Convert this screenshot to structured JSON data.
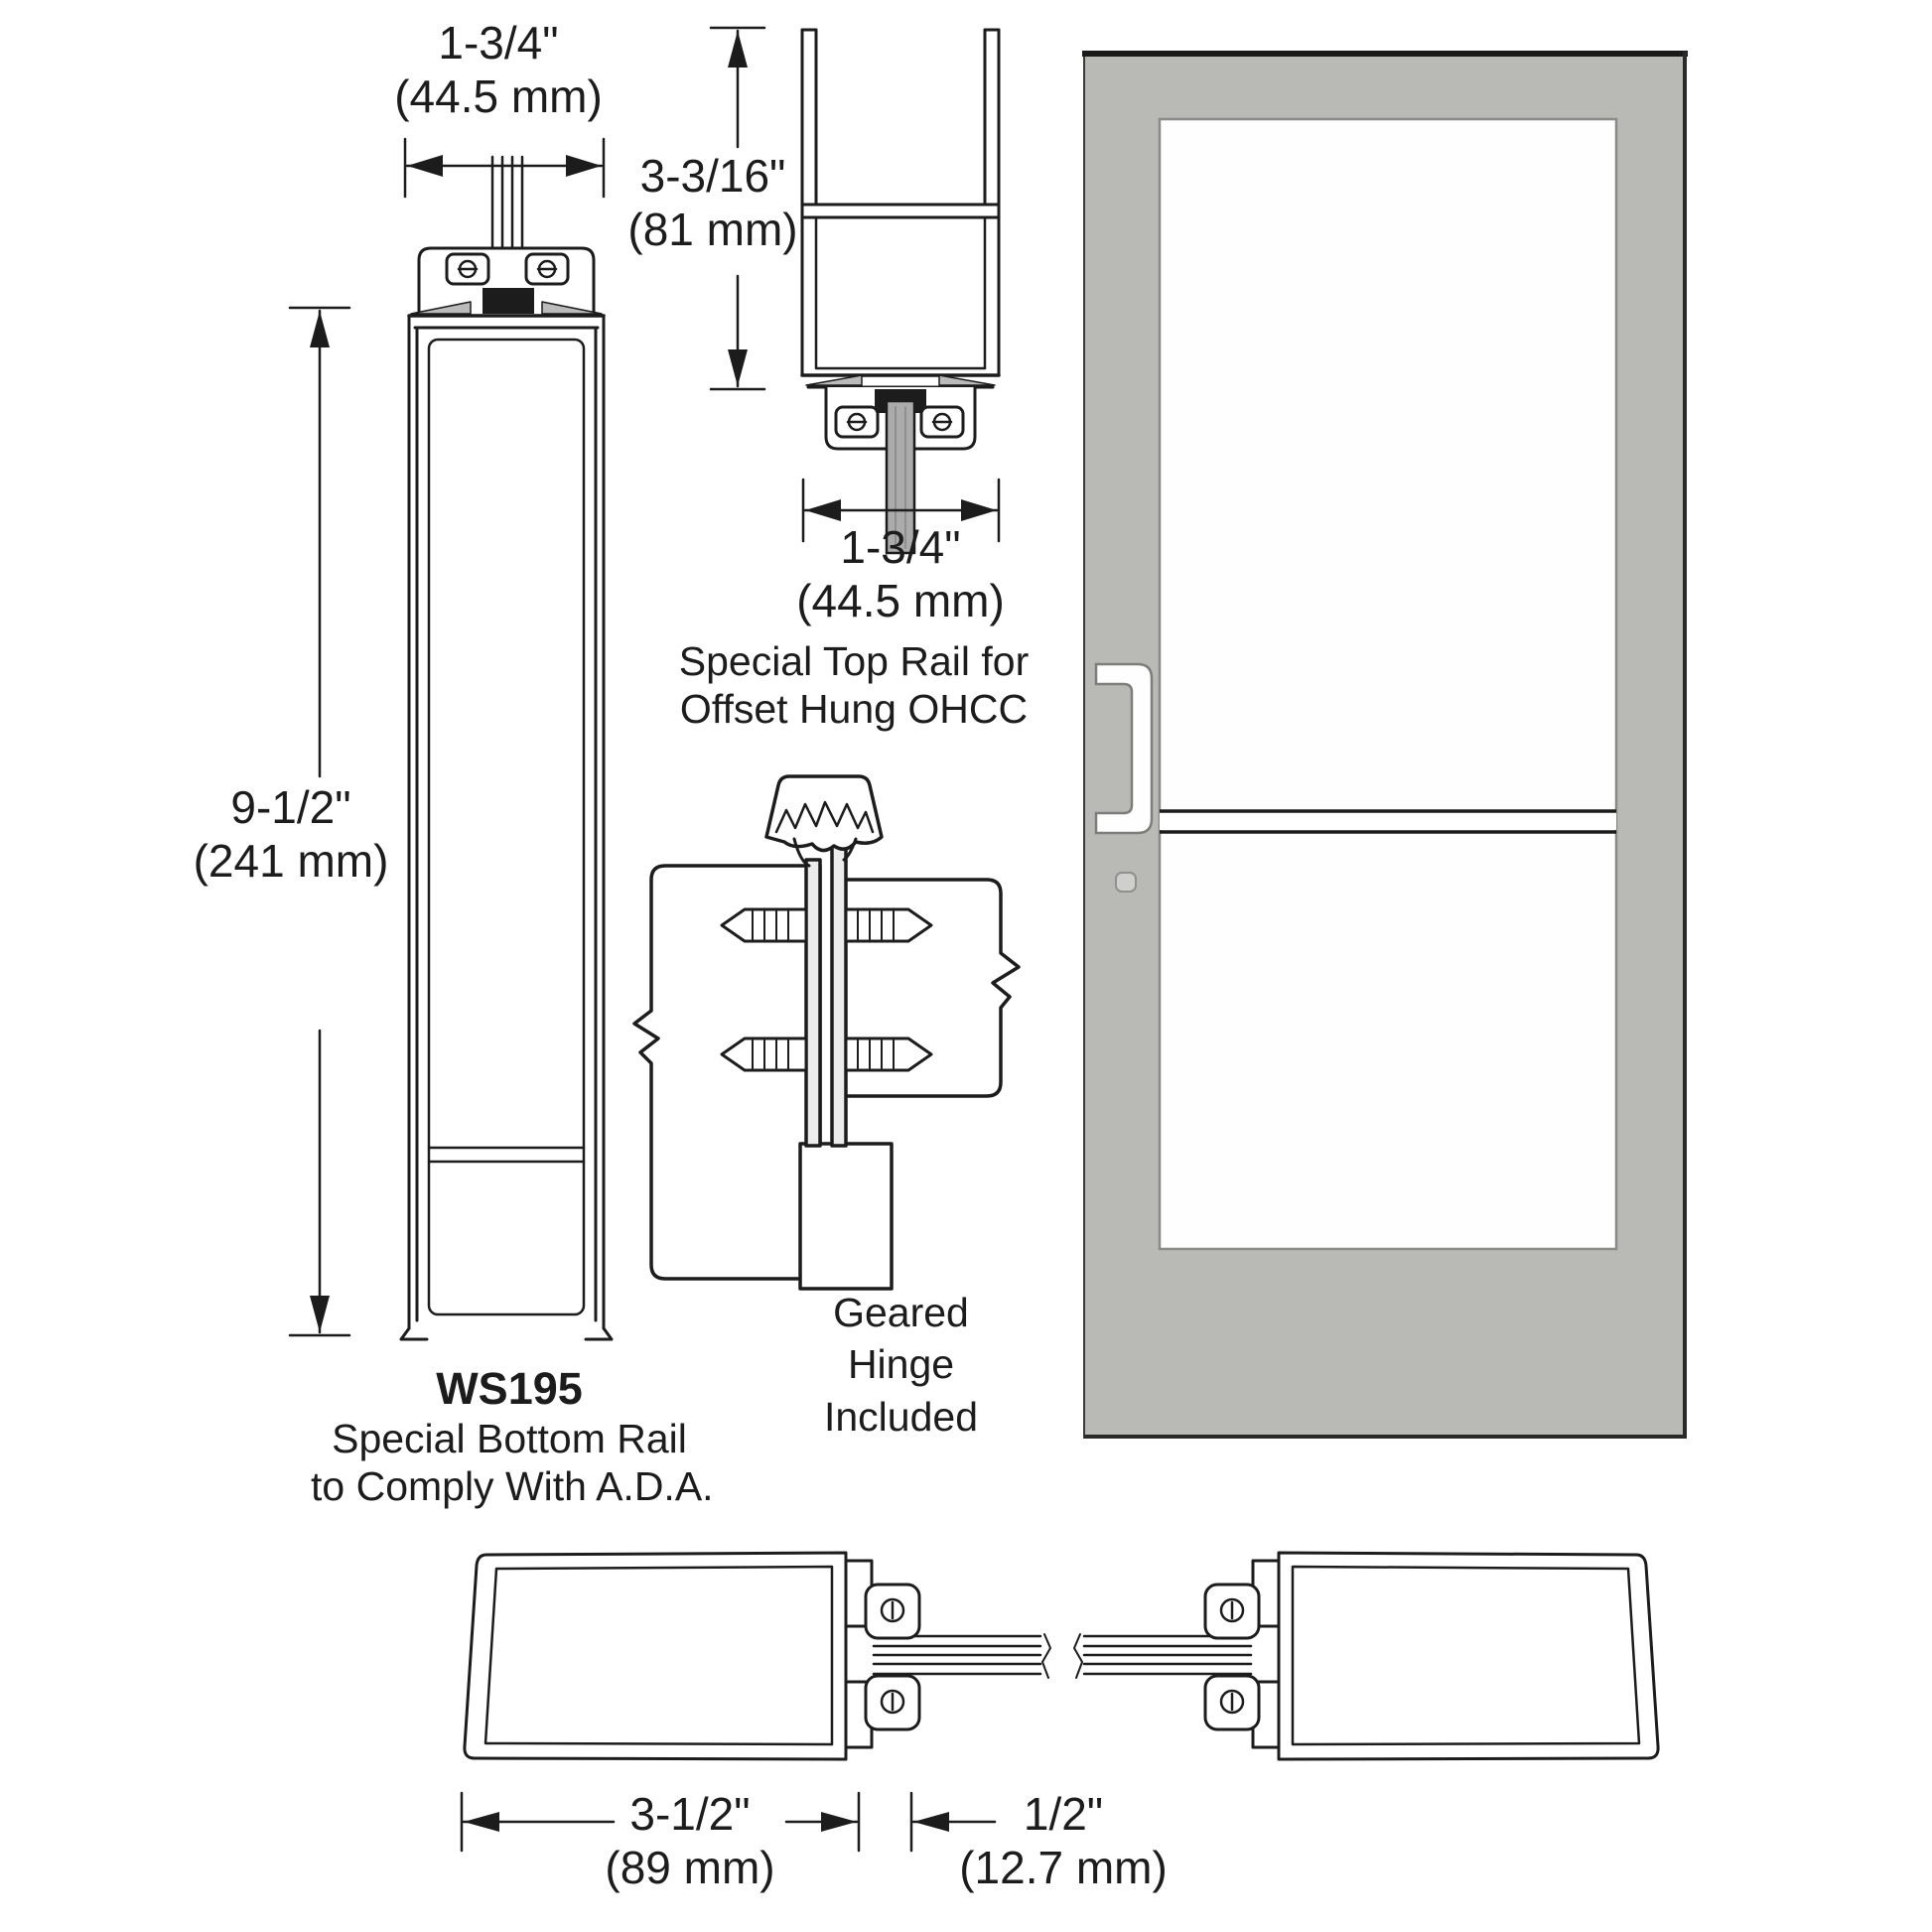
{
  "diagram_title": "Door rail and hinge detail drawing",
  "bottom_rail": {
    "width_dim_line1": "1-3/4\"",
    "width_dim_line2": "(44.5 mm)",
    "height_dim_line1": "9-1/2\"",
    "height_dim_line2": "(241 mm)",
    "code": "WS195",
    "label_line1": "Special Bottom Rail",
    "label_line2": "to Comply With A.D.A."
  },
  "top_rail": {
    "height_dim_line1": "3-3/16\"",
    "height_dim_line2": "(81 mm)",
    "width_dim_line1": "1-3/4\"",
    "width_dim_line2": "(44.5 mm)",
    "label_line1": "Special Top Rail for",
    "label_line2": "Offset Hung OHCC"
  },
  "hinge": {
    "label_line1": "Geared",
    "label_line2": "Hinge",
    "label_line3": "Included"
  },
  "plan": {
    "stile_dim_line1": "3-1/2\"",
    "stile_dim_line2": "(89 mm)",
    "gap_dim_line1": "1/2\"",
    "gap_dim_line2": "(12.7 mm)"
  },
  "colors": {
    "line": "#1c1c1c",
    "door_fill": "#b9b9b6",
    "glass_fill": "#ffffff",
    "hinge_shaft_fill": "#ececec",
    "glass_stub_fill": "#ababab"
  }
}
